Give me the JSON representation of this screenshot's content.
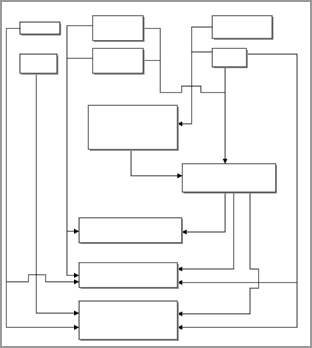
{
  "diagram": {
    "line_color": "#000000",
    "box_fill": "#ffffff",
    "shadow_color": "#9c9c9c",
    "frame_color": "#9a9a9a",
    "nodes": [
      {
        "id": "n1",
        "label": ""
      },
      {
        "id": "n2",
        "label": ""
      },
      {
        "id": "n3",
        "label": ""
      },
      {
        "id": "n4",
        "label": ""
      },
      {
        "id": "n5",
        "label": ""
      },
      {
        "id": "n6",
        "label": ""
      },
      {
        "id": "n7",
        "label": ""
      },
      {
        "id": "n8",
        "label": ""
      },
      {
        "id": "n9",
        "label": ""
      },
      {
        "id": "n10",
        "label": ""
      },
      {
        "id": "n11",
        "label": ""
      }
    ]
  }
}
